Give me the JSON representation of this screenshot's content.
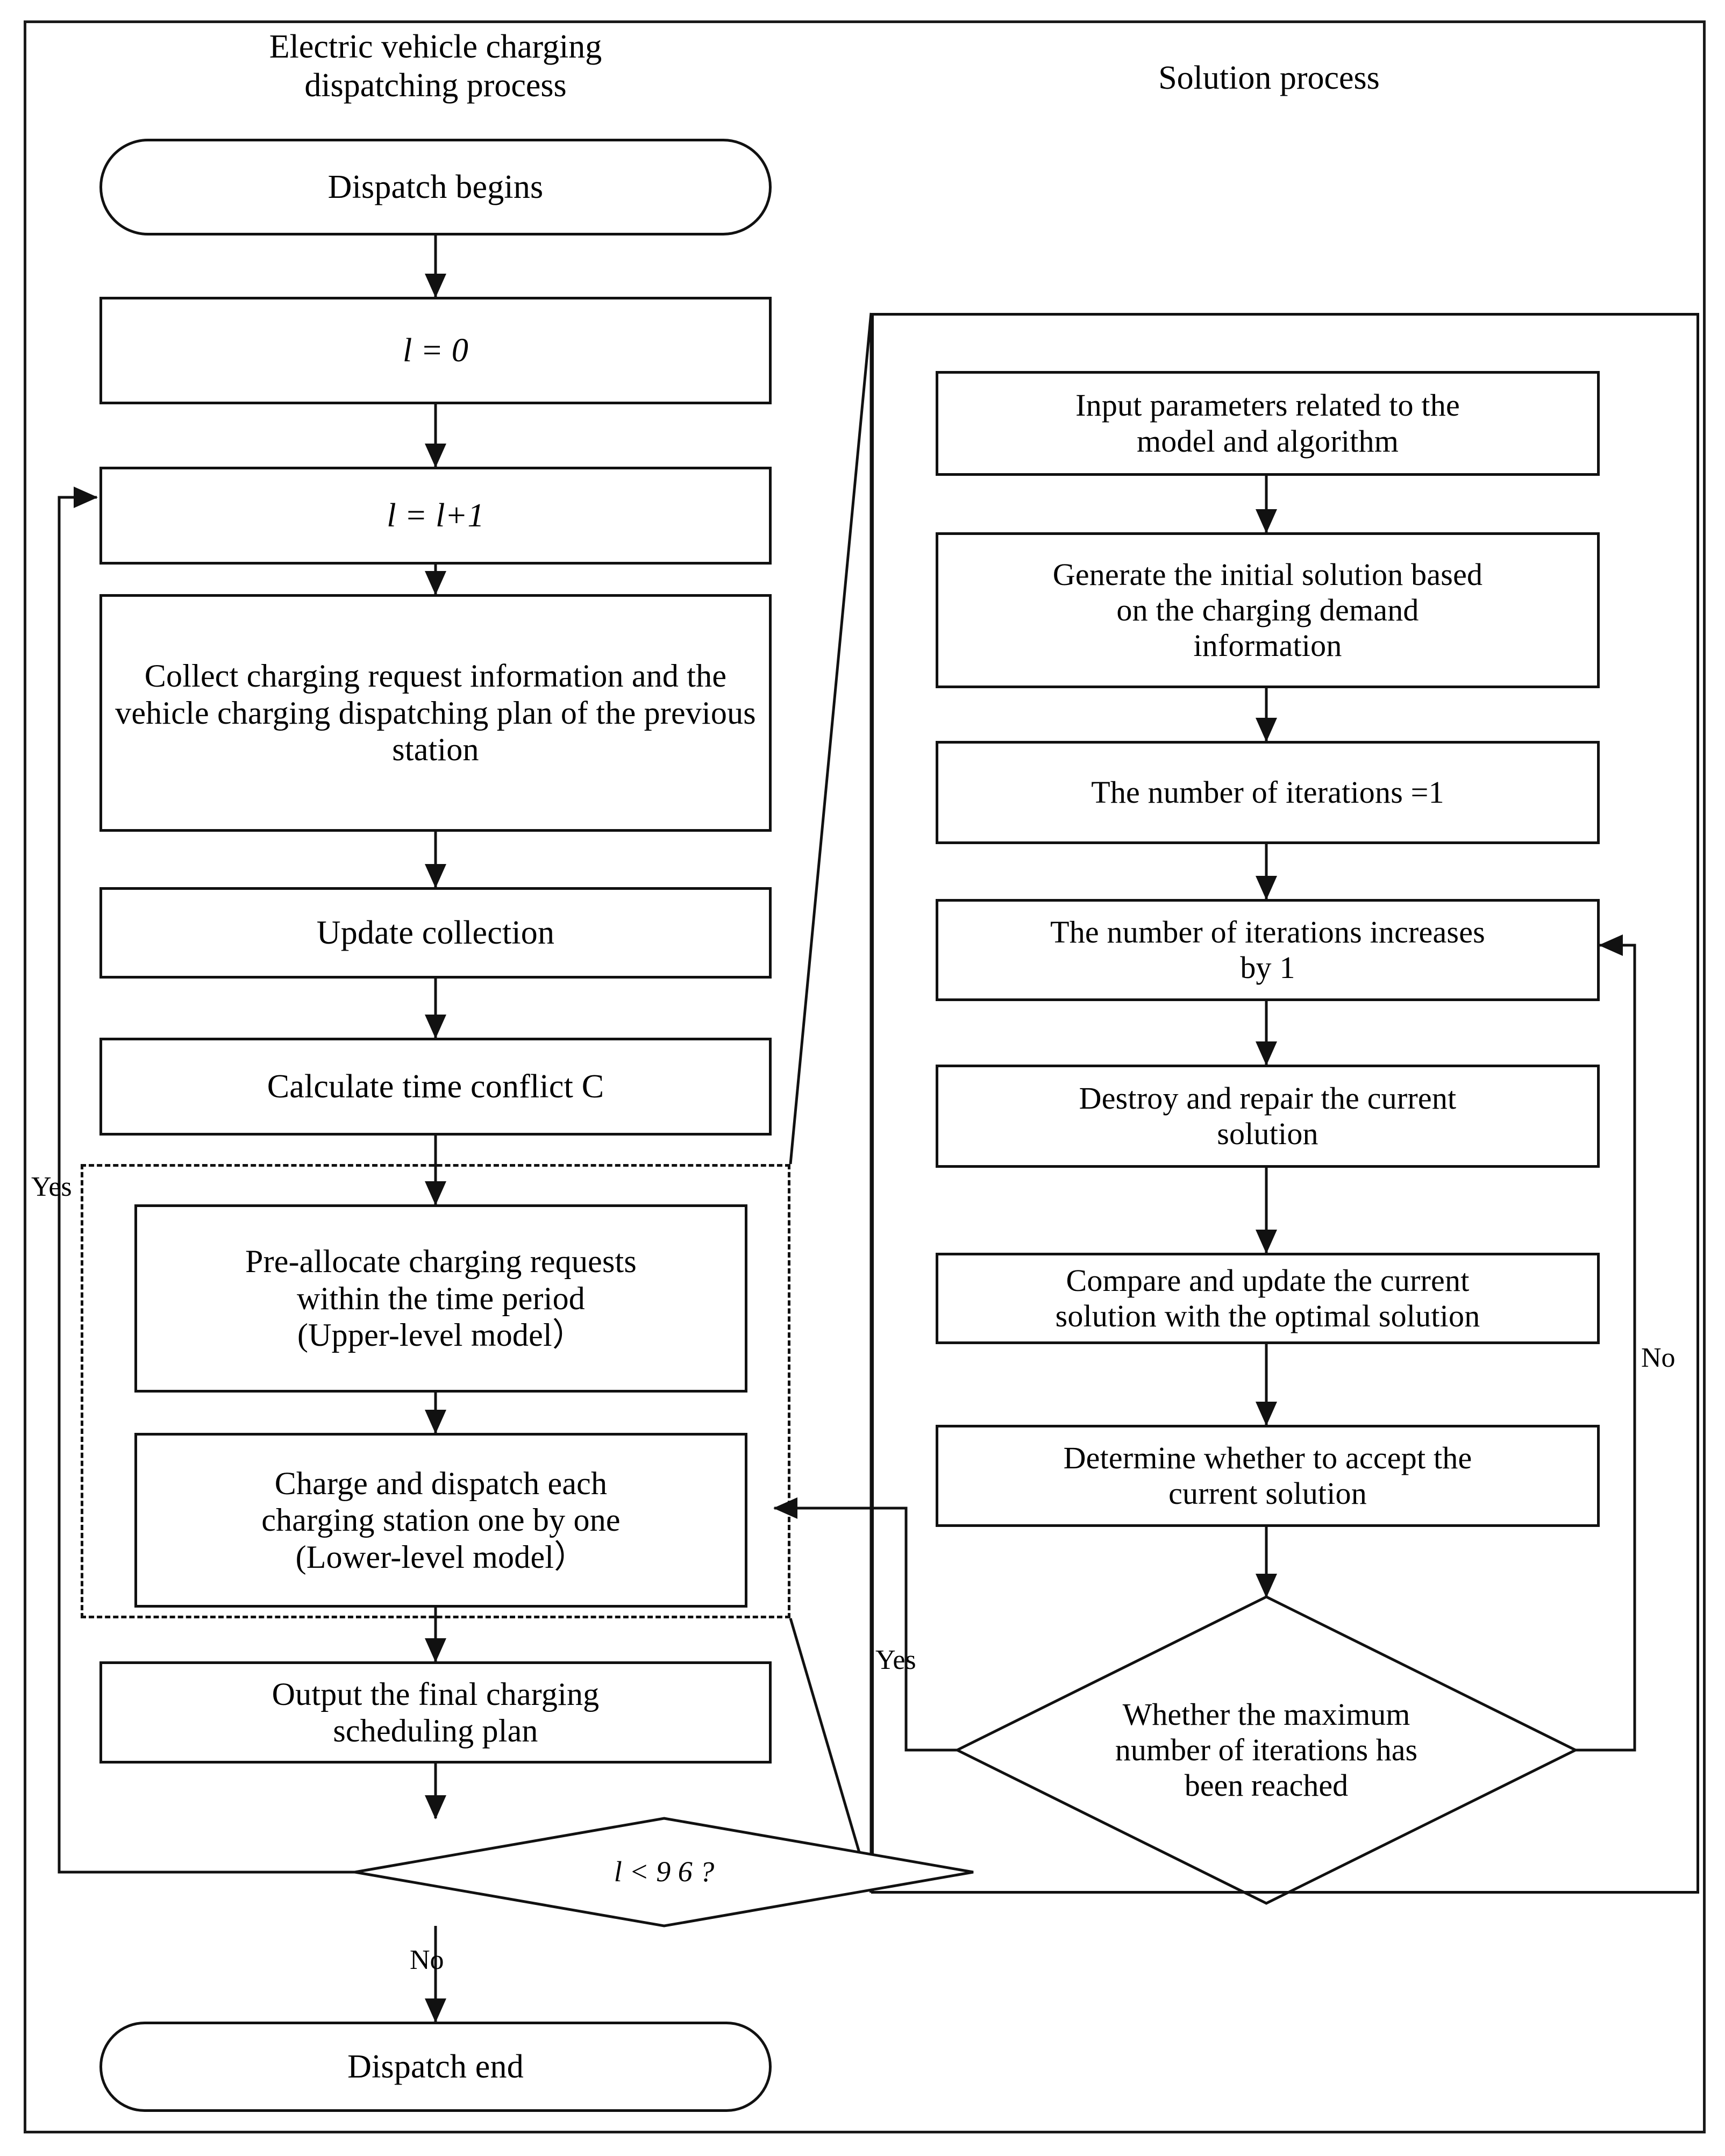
{
  "diagram": {
    "type": "flowchart",
    "headings": {
      "left": "Electric vehicle charging dispatching process",
      "left_line1": "Electric vehicle charging",
      "left_line2": "dispatching process",
      "right": "Solution process"
    },
    "left_process": {
      "start": "Dispatch begins",
      "init": "l = 0",
      "increment": "l = l+1",
      "collect": "Collect charging request information and the vehicle charging dispatching plan of the previous station",
      "update": "Update collection",
      "conflict": "Calculate time conflict C",
      "upper_model_line1": "Pre-allocate charging requests",
      "upper_model_line2": "within the time period",
      "upper_model_line3": "(Upper-level model）",
      "lower_model_line1": "Charge and dispatch each",
      "lower_model_line2": "charging station one by one",
      "lower_model_line3": "(Lower-level model）",
      "output_line1": "Output the final charging",
      "output_line2": "scheduling plan",
      "decision": "l < 9 6 ?",
      "decision_var": "l",
      "decision_rest": "<  9 6  ?",
      "end": "Dispatch end"
    },
    "right_process": {
      "input_params_line1": "Input parameters related to the",
      "input_params_line2": "model and algorithm",
      "initial_solution_line1": "Generate the initial solution based",
      "initial_solution_line2": "on the charging demand",
      "initial_solution_line3": "information",
      "iterations_init": "The number of iterations =1",
      "iterations_inc_line1": "The number of iterations increases",
      "iterations_inc_line2": "by 1",
      "destroy_repair_line1": "Destroy and repair the current",
      "destroy_repair_line2": "solution",
      "compare_update_line1": "Compare and update the current",
      "compare_update_line2": "solution with the optimal solution",
      "accept_line1": "Determine whether to accept the",
      "accept_line2": "current solution",
      "max_iter_line1": "Whether the maximum",
      "max_iter_line2": "number of iterations has",
      "max_iter_line3": "been reached"
    },
    "edge_labels": {
      "left_loop_yes": "Yes",
      "left_exit_no": "No",
      "right_loop_no": "No",
      "right_exit_yes": "Yes"
    },
    "colors": {
      "stroke": "#111111",
      "background": "#ffffff",
      "text": "#000000"
    }
  }
}
